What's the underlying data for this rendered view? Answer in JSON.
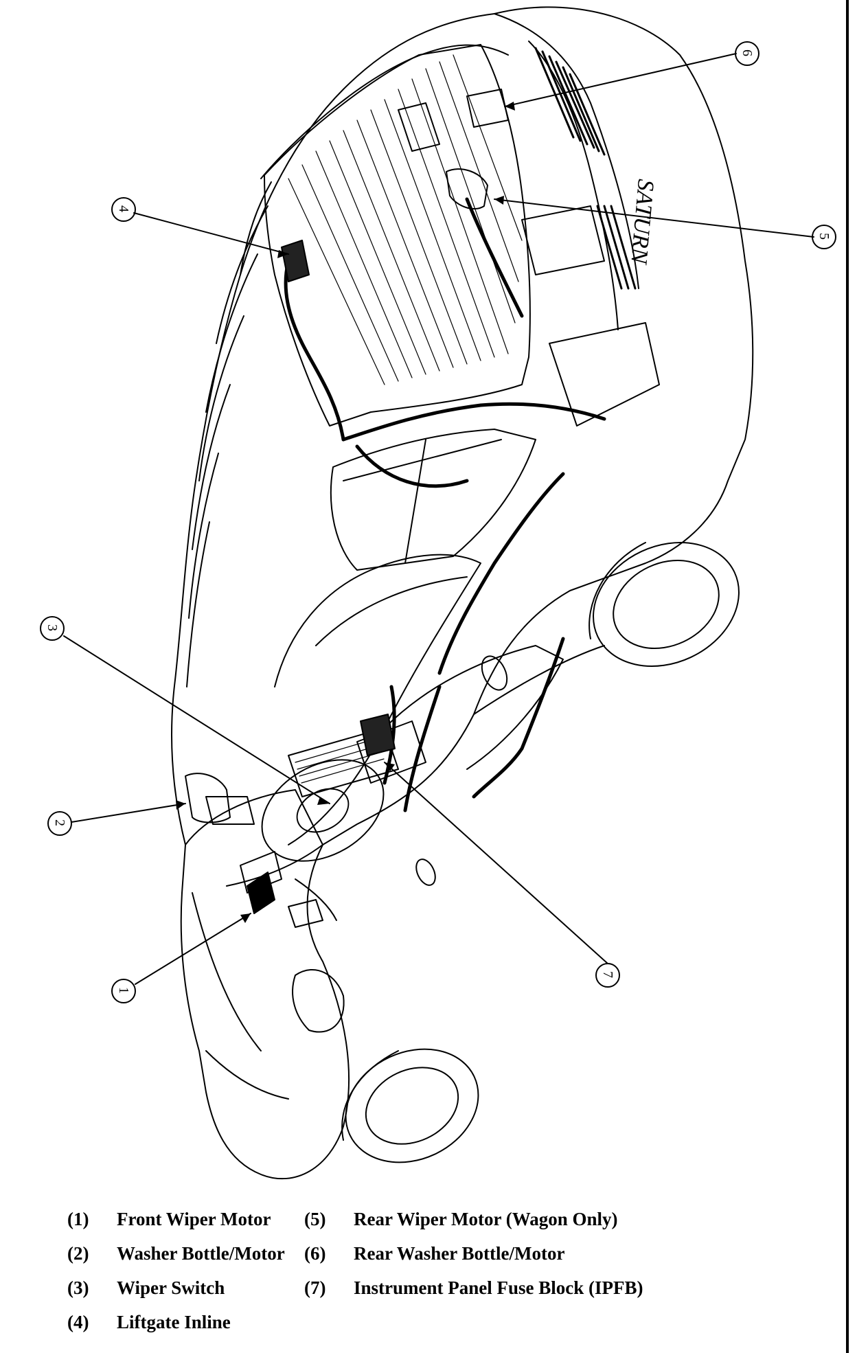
{
  "callouts": [
    {
      "id": "1",
      "label": "1"
    },
    {
      "id": "2",
      "label": "2"
    },
    {
      "id": "3",
      "label": "3"
    },
    {
      "id": "4",
      "label": "4"
    },
    {
      "id": "5",
      "label": "5"
    },
    {
      "id": "6",
      "label": "6"
    },
    {
      "id": "7",
      "label": "7"
    }
  ],
  "badge_text": "SATURN",
  "legend": {
    "items": [
      {
        "num": "(1)",
        "label": "Front Wiper Motor"
      },
      {
        "num": "(2)",
        "label": "Washer Bottle/Motor"
      },
      {
        "num": "(3)",
        "label": "Wiper Switch"
      },
      {
        "num": "(4)",
        "label": "Liftgate Inline"
      },
      {
        "num": "(5)",
        "label": "Rear Wiper Motor (Wagon Only)"
      },
      {
        "num": "(6)",
        "label": "Rear Washer Bottle/Motor"
      },
      {
        "num": "(7)",
        "label": "Instrument Panel Fuse Block (IPFB)"
      }
    ]
  }
}
